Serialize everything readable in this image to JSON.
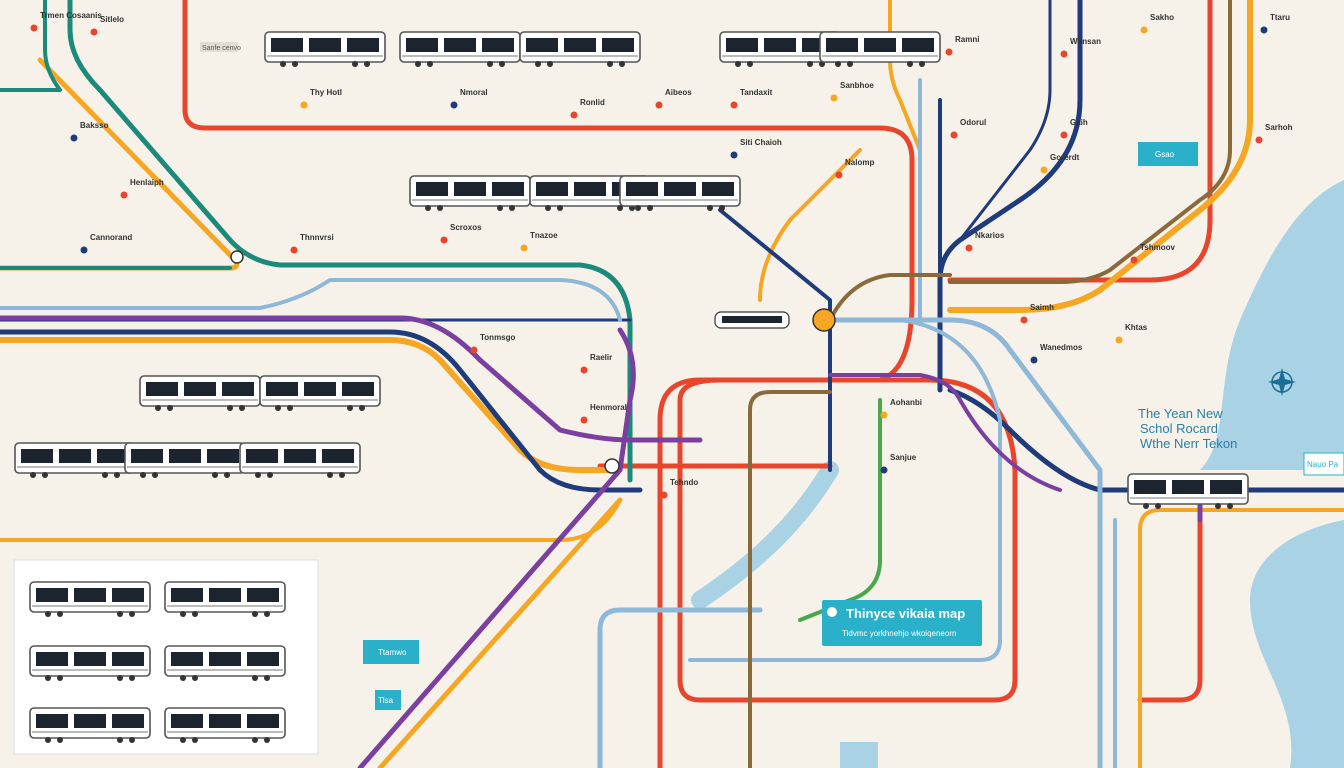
{
  "colors": {
    "background": "#f6f2ea",
    "water": "#a9d3e4",
    "red": "#e8452c",
    "orange": "#f5a623",
    "teal": "#1b8a7a",
    "navy": "#1f3b7a",
    "lightblue": "#8fb7d8",
    "purple": "#7b3fa0",
    "brown": "#8a6a3b",
    "green": "#4aa84a",
    "cyan_panel": "#2ab0c8"
  },
  "map": {
    "bay_caption": [
      "The Yean New",
      "Schol Rocard",
      "Wthe Nerr Tekon"
    ],
    "info_box": {
      "title": "Thinyce vikaia map",
      "subtitle": "Tidvmc yorkhnehjo wkoiqeneorn"
    },
    "small_badges": [
      "Gsao",
      "Ttamwo",
      "Tlsa",
      "Nauo Pa"
    ],
    "legend_badge": "Sanfe cenvo"
  },
  "stations": [
    "Trmen Cosaanis",
    "Sitlelo",
    "Thy Hotl",
    "Nmoral",
    "Ronlid",
    "Aibeos",
    "Tandaxit",
    "Sanbhoe",
    "Siti Chaioh",
    "Nalomp",
    "Ramni",
    "Wonsan",
    "Sakho",
    "Ttaru",
    "Odorul",
    "Gaih",
    "Sarhoh",
    "Gorerdt",
    "Baksso",
    "Henlaiph",
    "Thnnvrsi",
    "Scroxos",
    "Tnazoe",
    "Cannorand",
    "Nkarios",
    "Tshmoov",
    "Saimh",
    "Khtas",
    "Wanedmos",
    "Tonmsgo",
    "Raelir",
    "Henmoral",
    "Aohanbi",
    "Sanjue",
    "Tehndo"
  ]
}
